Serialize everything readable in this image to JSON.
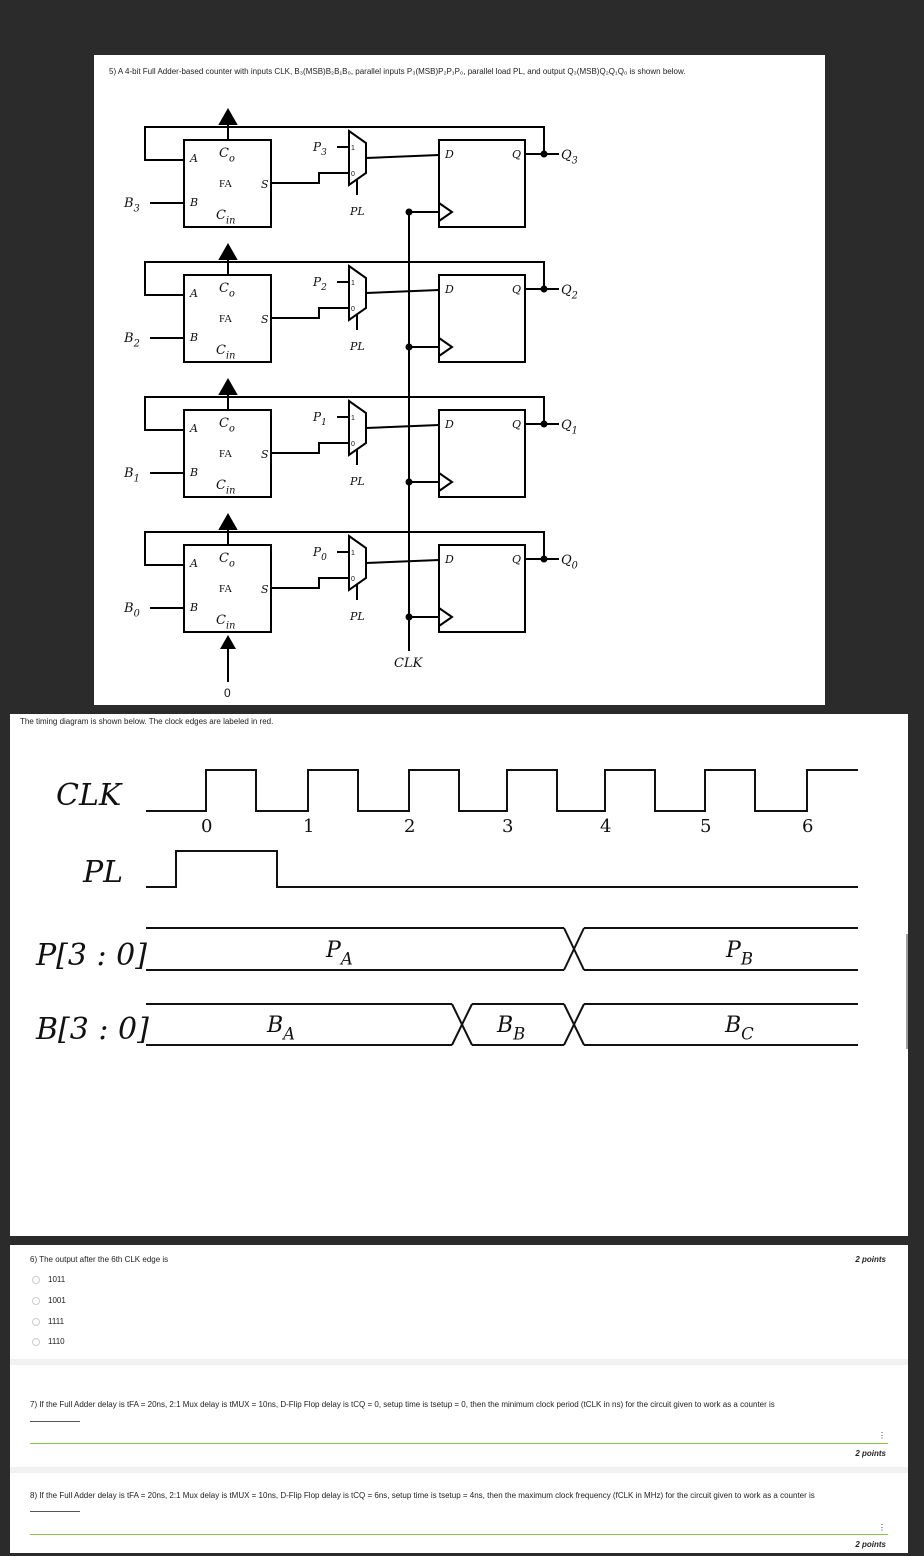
{
  "circuit": {
    "question": "5) A 4-bit Full Adder-based counter with inputs CLK, B₃(MSB)B₂B₁B₀, parallel inputs P₃(MSB)P₂P₁P₀, parallel load PL, and output Q₃(MSB)Q₂Q₁Q₀ is shown below.",
    "stages": [
      {
        "b": "B3",
        "p": "P3",
        "q": "Q3"
      },
      {
        "b": "B2",
        "p": "P2",
        "q": "Q2"
      },
      {
        "b": "B1",
        "p": "P1",
        "q": "Q1"
      },
      {
        "b": "B0",
        "p": "P0",
        "q": "Q0"
      }
    ],
    "fa": {
      "a": "A",
      "b": "B",
      "co": "Co",
      "fa": "FA",
      "s": "S",
      "cin": "Cin"
    },
    "mux": {
      "one": "1",
      "zero": "0",
      "sel": "PL"
    },
    "ff": {
      "d": "D",
      "q": "Q"
    },
    "clk_label": "CLK",
    "carry_in": "0"
  },
  "timing": {
    "intro": "The timing diagram is shown below. The clock edges are labeled in red.",
    "signals": {
      "clk": "CLK",
      "pl": "PL",
      "p": "P[3 : 0]",
      "b": "B[3 : 0]"
    },
    "edges": [
      "0",
      "1",
      "2",
      "3",
      "4",
      "5",
      "6"
    ],
    "edge_color": "#e53935",
    "p_values": [
      "PA",
      "PB"
    ],
    "b_values": [
      "BA",
      "BB",
      "BC"
    ]
  },
  "questions": [
    {
      "text": "6) The output after the 6th CLK edge is",
      "points": "2 points",
      "options": [
        "1011",
        "1001",
        "1111",
        "1110"
      ]
    },
    {
      "text": "7) If the Full Adder delay is tFA = 20ns, 2:1 Mux delay is tMUX = 10ns, D-Flip Flop delay is tCQ = 0, setup time is tsetup = 0, then the minimum clock period (tCLK in ns) for the circuit given to work as a counter is",
      "points": "2 points"
    },
    {
      "text": "8) If the Full Adder delay is tFA = 20ns, 2:1 Mux delay is tMUX = 10ns, D-Flip Flop delay is tCQ = 6ns, setup time is tsetup = 4ns, then the maximum clock frequency (fCLK in MHz) for the circuit given to work as a counter is",
      "points": "2 points"
    }
  ]
}
